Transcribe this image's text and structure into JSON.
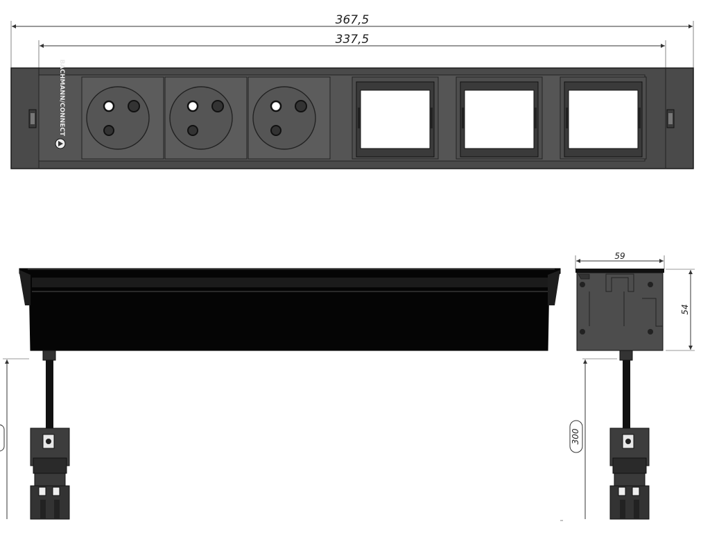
{
  "dimensions": {
    "overall_width": "367,5",
    "inner_width": "337,5",
    "side_depth": "59",
    "side_height": "54",
    "cable_length": "300"
  },
  "front": {
    "brand": "BACHMANN/CONNECT",
    "socket_count": 3,
    "module_count": 3
  },
  "colors": {
    "housing": "#4a4a4a",
    "housing_dark": "#2e2e2e",
    "socket_face": "#5c5c5c",
    "module_frame": "#3a3a3a",
    "module_window": "#ffffff",
    "profile_black": "#050505",
    "dimension_line": "#333333"
  },
  "icons": {
    "brand_logo": "brand-logo-icon",
    "socket": "french-socket-icon",
    "module": "empty-module-frame-icon",
    "connector": "gst18-connector-icon"
  }
}
